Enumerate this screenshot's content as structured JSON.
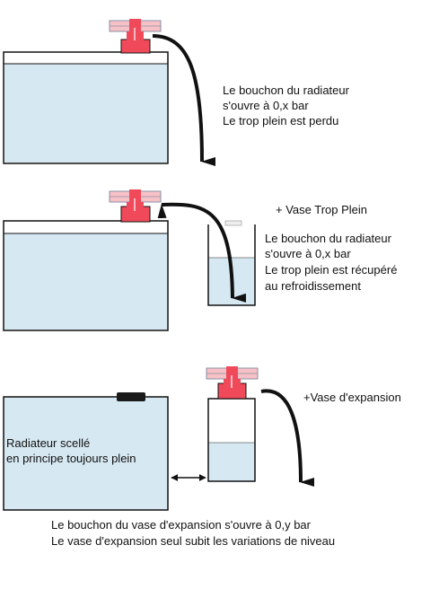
{
  "colors": {
    "water": "#d6e8f2",
    "outline": "#111111",
    "cap_red": "#f04a5a",
    "cap_light": "#f7c1c6",
    "cap_grid": "#8a90a8",
    "arrow": "#111111",
    "seal": "#1a1a1a"
  },
  "scenario1": {
    "line1": "Le bouchon du radiateur",
    "line2": "s'ouvre à 0,x bar",
    "line3": "Le trop plein est perdu"
  },
  "scenario2": {
    "title": "+ Vase Trop Plein",
    "line1": "Le bouchon du radiateur",
    "line2": "s'ouvre à 0,x bar",
    "line3": "Le trop plein est récupéré",
    "line4": "au refroidissement"
  },
  "scenario3": {
    "title": "+Vase d'expansion",
    "radiator_line1": "Radiateur scellé",
    "radiator_line2": "en principe  toujours plein",
    "footer1": "Le bouchon du vase d'expansion  s'ouvre à 0,y bar",
    "footer2": "Le  vase d'expansion seul subit les variations de niveau"
  }
}
